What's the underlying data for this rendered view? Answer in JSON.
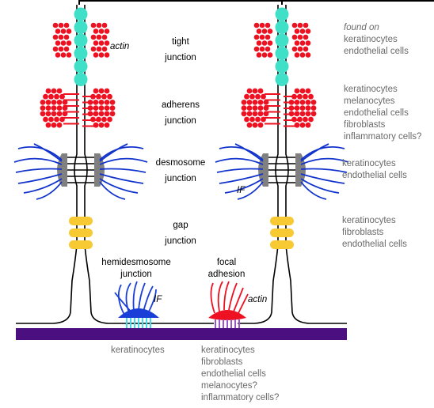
{
  "labels": {
    "tight": [
      "tight",
      "junction"
    ],
    "adherens": [
      "adherens",
      "junction"
    ],
    "desmosome": [
      "desmosome",
      "junction"
    ],
    "gap": [
      "gap",
      "junction"
    ],
    "hemidesmosome": [
      "hemidesmosome",
      "junction"
    ],
    "focal": [
      "focal",
      "adhesion"
    ],
    "actin": "actin",
    "if": "IF"
  },
  "cell_types": {
    "found_on": "found on",
    "tight": [
      "keratinocytes",
      "endothelial cells"
    ],
    "adherens": [
      "keratinocytes",
      "melanocytes",
      "endothelial cells",
      "fibroblasts",
      "inflammatory cells?"
    ],
    "desmosome": [
      "keratinocytes",
      "endothelial cells"
    ],
    "gap": [
      "keratinocytes",
      "fibroblasts",
      "endothelial cells"
    ],
    "hemidesmosome": [
      "keratinocytes"
    ],
    "focal": [
      "keratinocytes",
      "fibroblasts",
      "endothelial cells",
      "melanocytes?",
      "inflammatory cells?"
    ]
  },
  "colors": {
    "tight": "#40e0c8",
    "actin": "#ee1122",
    "desmosome_plaque": "#808080",
    "intermediate_filament": "#1133cc",
    "gap": "#f7c932",
    "hemidesmosome": "#1a3fd8",
    "hemidesmosome_integrin": "#44ddee",
    "focal_plaque": "#ee1122",
    "focal_integrin": "#9955cc",
    "basement_membrane": "#4b0f80",
    "membrane": "#000000",
    "annotation_text": "#6a6a6a"
  }
}
